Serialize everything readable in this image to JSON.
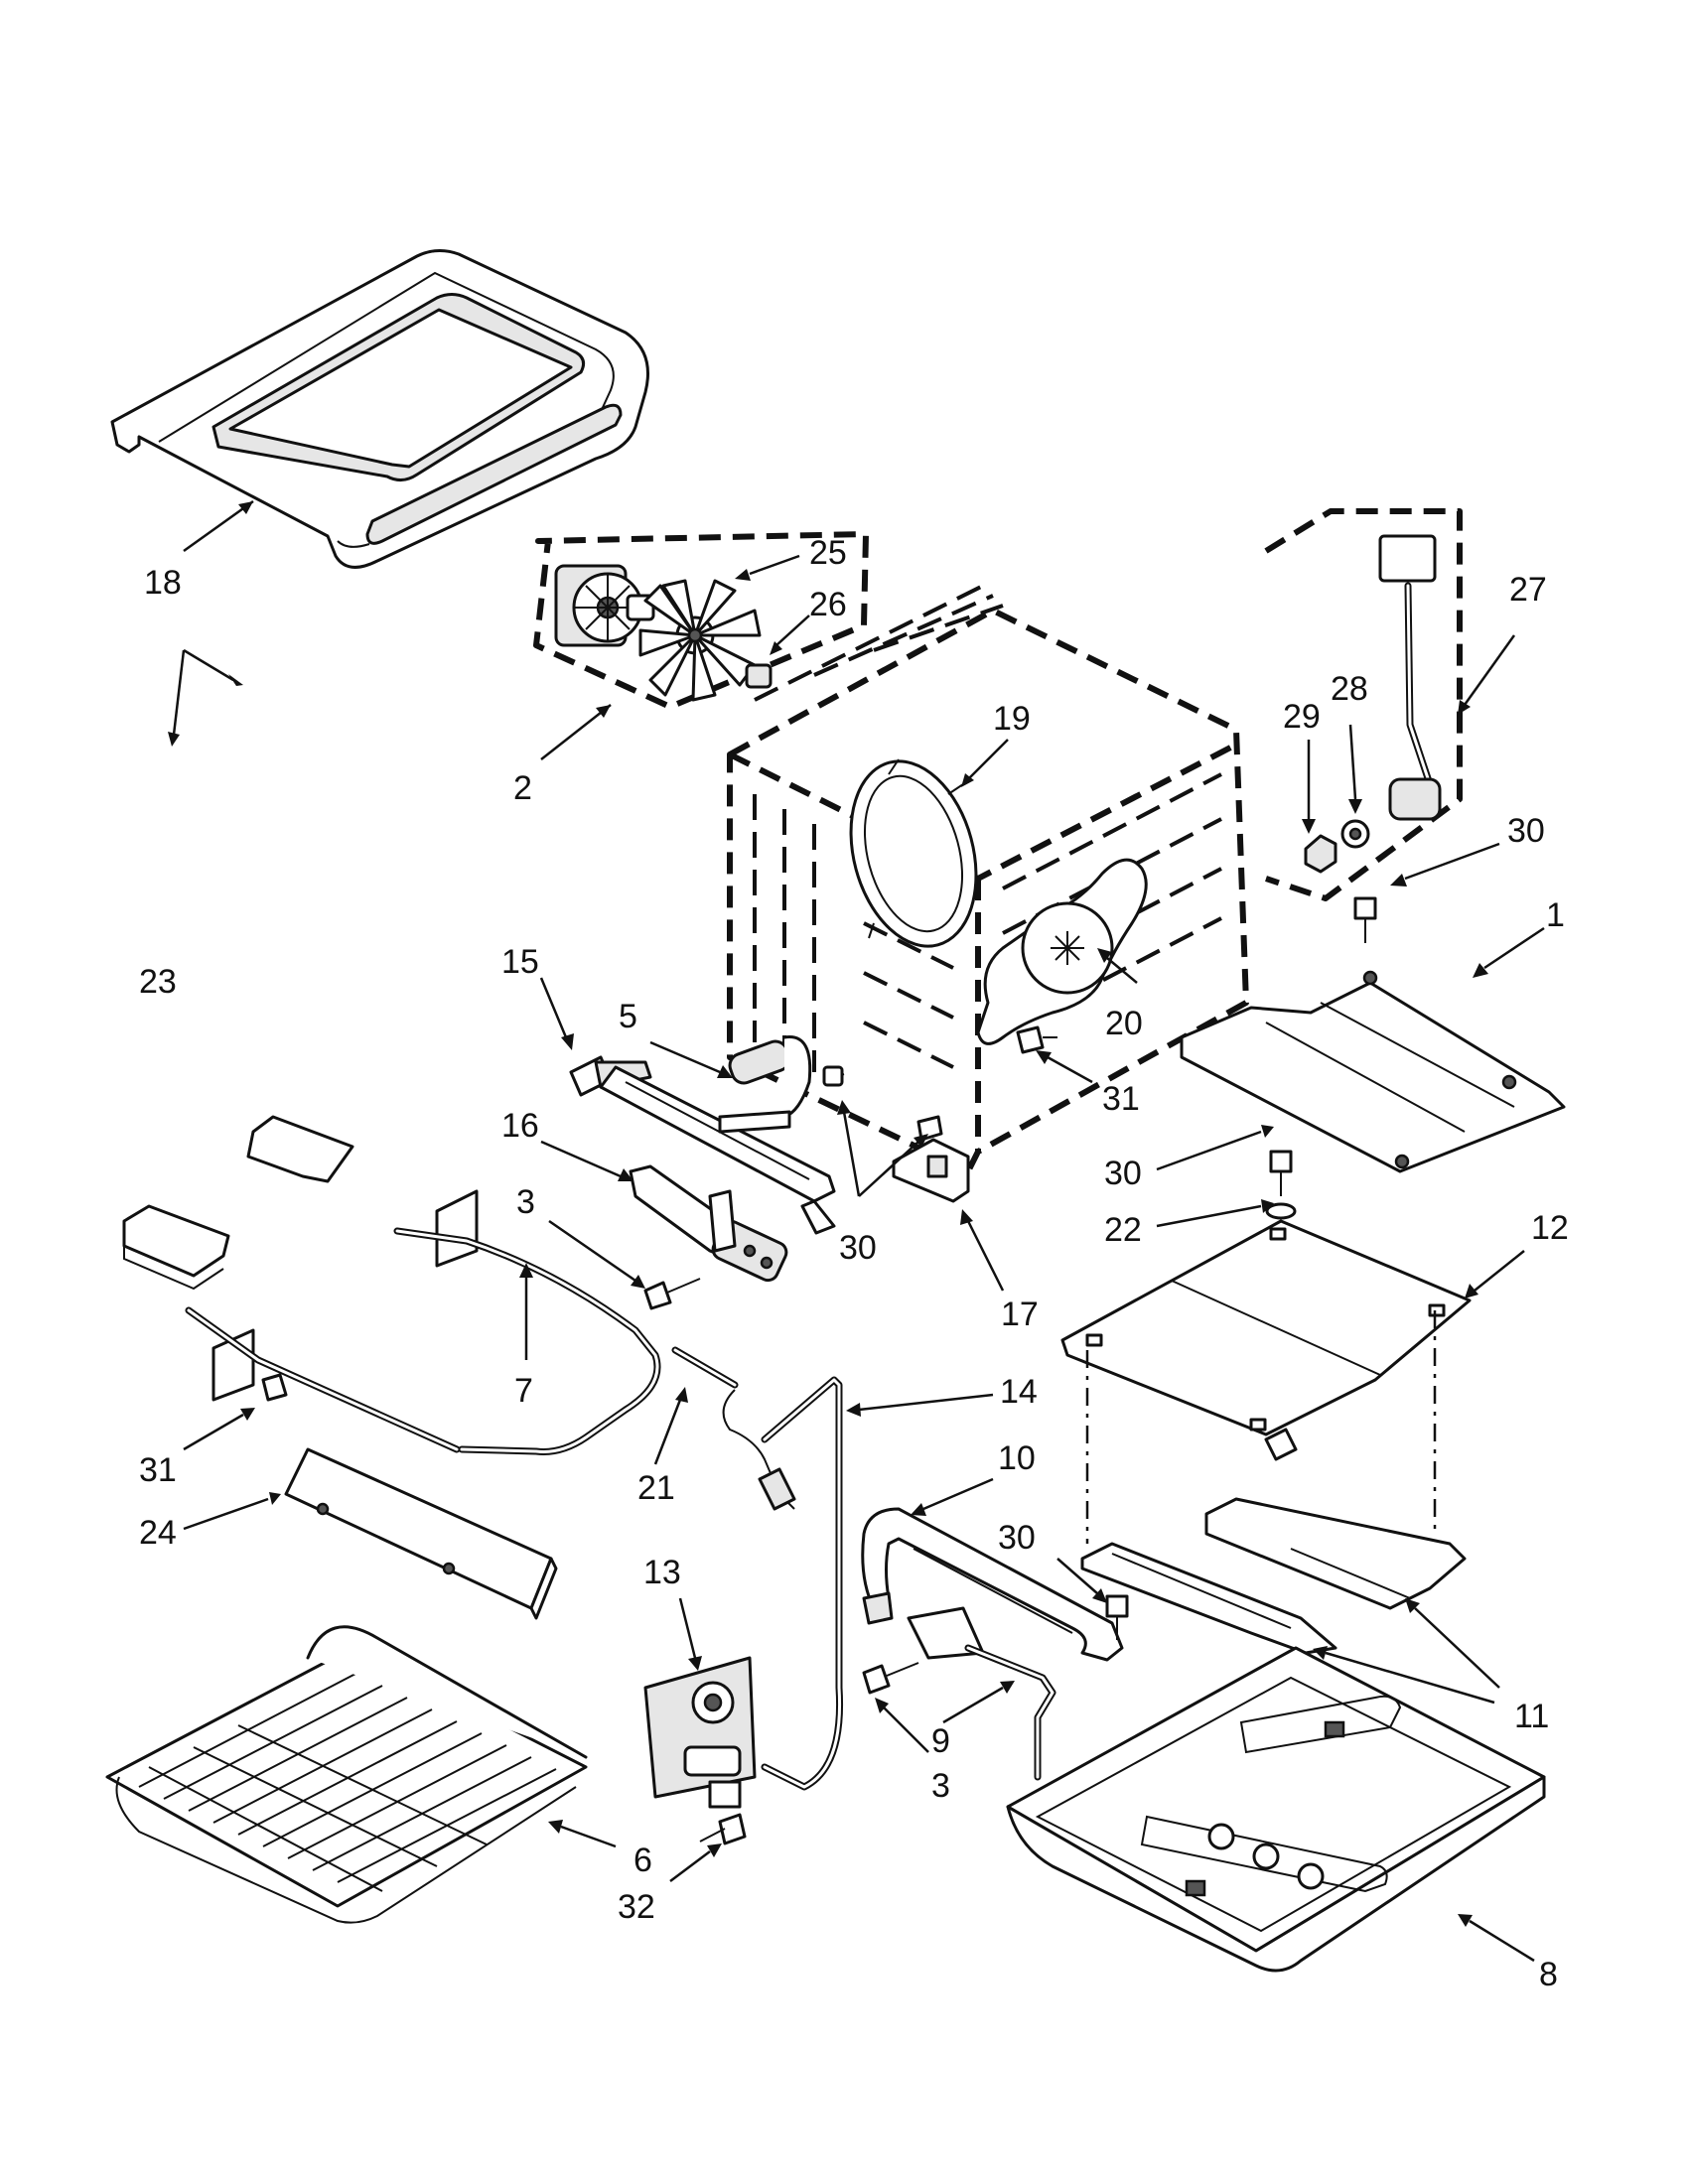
{
  "diagram": {
    "callouts": [
      {
        "id": "p18",
        "label": "18"
      },
      {
        "id": "p2",
        "label": "2"
      },
      {
        "id": "p25",
        "label": "25"
      },
      {
        "id": "p26",
        "label": "26"
      },
      {
        "id": "p19",
        "label": "19"
      },
      {
        "id": "p27",
        "label": "27"
      },
      {
        "id": "p28",
        "label": "28"
      },
      {
        "id": "p29",
        "label": "29"
      },
      {
        "id": "p30a",
        "label": "30"
      },
      {
        "id": "p1",
        "label": "1"
      },
      {
        "id": "p15",
        "label": "15"
      },
      {
        "id": "p5",
        "label": "5"
      },
      {
        "id": "p20",
        "label": "20"
      },
      {
        "id": "p23",
        "label": "23"
      },
      {
        "id": "p16",
        "label": "16"
      },
      {
        "id": "p31a",
        "label": "31"
      },
      {
        "id": "p3a",
        "label": "3"
      },
      {
        "id": "p30b",
        "label": "30"
      },
      {
        "id": "p30c",
        "label": "30"
      },
      {
        "id": "p22",
        "label": "22"
      },
      {
        "id": "p12",
        "label": "12"
      },
      {
        "id": "p17",
        "label": "17"
      },
      {
        "id": "p7",
        "label": "7"
      },
      {
        "id": "p14",
        "label": "14"
      },
      {
        "id": "p31b",
        "label": "31"
      },
      {
        "id": "p21",
        "label": "21"
      },
      {
        "id": "p10",
        "label": "10"
      },
      {
        "id": "p24",
        "label": "24"
      },
      {
        "id": "p30d",
        "label": "30"
      },
      {
        "id": "p13",
        "label": "13"
      },
      {
        "id": "p11",
        "label": "11"
      },
      {
        "id": "p9",
        "label": "9"
      },
      {
        "id": "p3b",
        "label": "3"
      },
      {
        "id": "p6",
        "label": "6"
      },
      {
        "id": "p32",
        "label": "32"
      },
      {
        "id": "p8",
        "label": "8"
      }
    ]
  }
}
